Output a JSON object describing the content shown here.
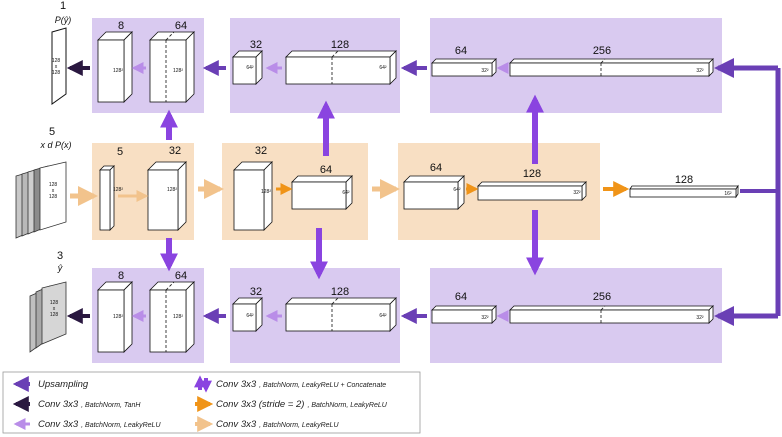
{
  "colors": {
    "purple_panel": "#d9caf0",
    "orange_panel": "#f8dfc3",
    "upsampling": "#6a3fb5",
    "conv_tanh": "#2a1840",
    "conv_leaky": "#b98de8",
    "conv_concat": "#8a44e0",
    "conv_stride": "#f09418",
    "conv_light": "#f2c38c"
  },
  "inputs": {
    "output_top": {
      "count": "1",
      "label": "P(ŷ)",
      "size_a": "128",
      "size_x": "x",
      "size_b": "128"
    },
    "input_mid": {
      "count": "5",
      "label": "x d P(x)",
      "size_a": "128",
      "size_x": "x",
      "size_b": "128"
    },
    "output_bot": {
      "count": "3",
      "label": "ŷ",
      "size_a": "128",
      "size_x": "x",
      "size_b": "128"
    }
  },
  "blocks": {
    "top": {
      "b1_ch": "8",
      "b1_sz": "128²",
      "b2_ch": "64",
      "b2_sz": "128²",
      "b3_ch": "32",
      "b3_sz": "64²",
      "b4_ch": "128",
      "b4_sz": "64²",
      "b5_ch": "64",
      "b5_sz": "32²",
      "b6_ch": "256",
      "b6_sz": "32²"
    },
    "mid": {
      "b1_ch": "5",
      "b1_sz": "128²",
      "b2_ch": "32",
      "b2_sz": "128²",
      "b3_ch": "32",
      "b3_sz": "128²",
      "b4_ch": "64",
      "b4_sz": "64²",
      "b5_ch": "64",
      "b5_sz": "64²",
      "b6_ch": "128",
      "b6_sz": "32²",
      "b7_ch": "128",
      "b7_sz": "16²"
    },
    "bot": {
      "b1_ch": "8",
      "b1_sz": "128²",
      "b2_ch": "64",
      "b2_sz": "128²",
      "b3_ch": "32",
      "b3_sz": "64²",
      "b4_ch": "128",
      "b4_sz": "64²",
      "b5_ch": "64",
      "b5_sz": "32²",
      "b6_ch": "256",
      "b6_sz": "32²"
    }
  },
  "legend": {
    "upsampling": "Upsampling",
    "conv_tanh_main": "Conv 3x3",
    "conv_tanh_sub": ", BatchNorm, TanH",
    "conv_leaky_main": "Conv 3x3",
    "conv_leaky_sub": ", BatchNorm, LeakyReLU",
    "conv_concat_main": "Conv 3x3",
    "conv_concat_sub": ", BatchNorm, LeakyReLU + Concatenate",
    "conv_stride_main": "Conv 3x3 (stride = 2)",
    "conv_stride_sub": ", BatchNorm, LeakyReLU",
    "conv_light_main": "Conv 3x3",
    "conv_light_sub": ", BatchNorm, LeakyReLU"
  }
}
